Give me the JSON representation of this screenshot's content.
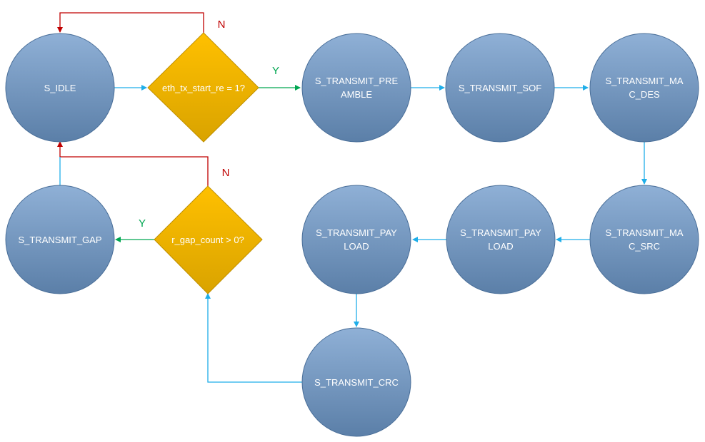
{
  "colors": {
    "state_fill_top": "#8fb0d6",
    "state_fill_bottom": "#5b7fa8",
    "state_stroke": "#4a6f99",
    "decision_fill_top": "#ffc000",
    "decision_fill_bottom": "#d9a300",
    "decision_stroke": "#c09000",
    "flow_arrow": "#1faee9",
    "yes_arrow": "#00a651",
    "no_arrow": "#c00000",
    "yes_label": "#00a651",
    "no_label": "#c00000"
  },
  "states": {
    "idle": {
      "lines": [
        "S_IDLE"
      ]
    },
    "preamble": {
      "lines": [
        "S_TRANSMIT_PRE",
        "AMBLE"
      ]
    },
    "sof": {
      "lines": [
        "S_TRANSMIT_SOF"
      ]
    },
    "mac_des": {
      "lines": [
        "S_TRANSMIT_MA",
        "C_DES"
      ]
    },
    "mac_src": {
      "lines": [
        "S_TRANSMIT_MA",
        "C_SRC"
      ]
    },
    "payload_a": {
      "lines": [
        "S_TRANSMIT_PAY",
        "LOAD"
      ]
    },
    "payload_b": {
      "lines": [
        "S_TRANSMIT_PAY",
        "LOAD"
      ]
    },
    "crc": {
      "lines": [
        "S_TRANSMIT_CRC"
      ]
    },
    "gap": {
      "lines": [
        "S_TRANSMIT_GAP"
      ]
    }
  },
  "decisions": {
    "start": {
      "label": "eth_tx_start_re = 1?"
    },
    "gap": {
      "label": "r_gap_count > 0?"
    }
  },
  "branch_labels": {
    "start_yes": "Y",
    "start_no": "N",
    "gap_yes": "Y",
    "gap_no": "N"
  }
}
